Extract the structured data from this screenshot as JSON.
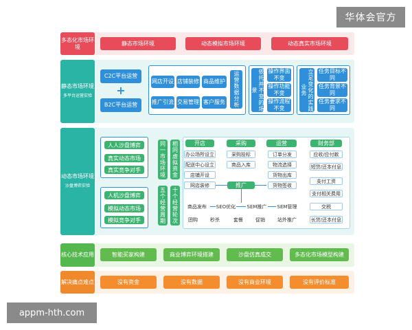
{
  "watermarks": {
    "top": "华体会官方",
    "bottom": "appm-hth.com"
  },
  "rows": {
    "multi_state": {
      "label": "多态化市场环境",
      "items": [
        "静态市场环境",
        "动态模拟市场环境",
        "动态真实市场环境"
      ]
    },
    "static": {
      "label": "静态市场环境",
      "sublabel": "多平台运营实验",
      "c2c": "C2C平台运营",
      "plus": "+",
      "b2c": "B2C平台运营",
      "grid": [
        "网店开设",
        "店铺装修",
        "商品维护",
        "推广引流",
        "交易管理",
        "客户服务"
      ],
      "ops": "运营数据分析",
      "unchanged_label": "依托并不变的场景",
      "unchanged_items": [
        "操作界面不变",
        "操作功能不变",
        "操作流程不变"
      ],
      "changing_label": "立足变化的实践业务",
      "changing_items": [
        "任务目标不同",
        "任务背景不同",
        "任务要求不同"
      ]
    },
    "dynamic": {
      "label": "动态市场环境",
      "sublabel": "沙盘博弈实验",
      "group1": [
        "人人沙盘博弈",
        "真实动态市场",
        "真实竞争对手"
      ],
      "group2": [
        "人机沙盘博弈",
        "模拟动态市场",
        "模拟竞争对手"
      ],
      "v_same_env": "同一市场环境",
      "v_virtual_capital": "相同虚拟资金",
      "v_five_cycles": "五个经营周期",
      "v_ten_rounds": "十个经营轮次",
      "headers": [
        "开店",
        "采购",
        "运营",
        "财务部"
      ],
      "shop": [
        "办公场所设立",
        "配送中心设立",
        "店铺开设",
        "网店装修"
      ],
      "purchase": [
        "采购投标",
        "商品入库"
      ],
      "operate": [
        "订单分发",
        "物流选择",
        "货物出库",
        "货物签收"
      ],
      "finance": [
        "应收/应付款",
        "短贷/还本付息",
        "支付工资",
        "支付相关费用",
        "交税",
        "长贷/还本付息"
      ],
      "promo": "推广",
      "chain": [
        "商品发布",
        "SEO优化",
        "SEM推广",
        "SEM管理"
      ],
      "bottom": [
        "团购",
        "秒杀",
        "套餐",
        "促销",
        "站外推广"
      ]
    },
    "core": {
      "label": "核心技术应用",
      "items": [
        "智能买家构建",
        "商业博弈环境搭建",
        "沙盘仿真成交",
        "多态化市场模型构建"
      ]
    },
    "solve": {
      "label": "解决痛点难点",
      "items": [
        "没有资金",
        "没有数据",
        "没有商业环境",
        "没有评价标准"
      ]
    }
  }
}
